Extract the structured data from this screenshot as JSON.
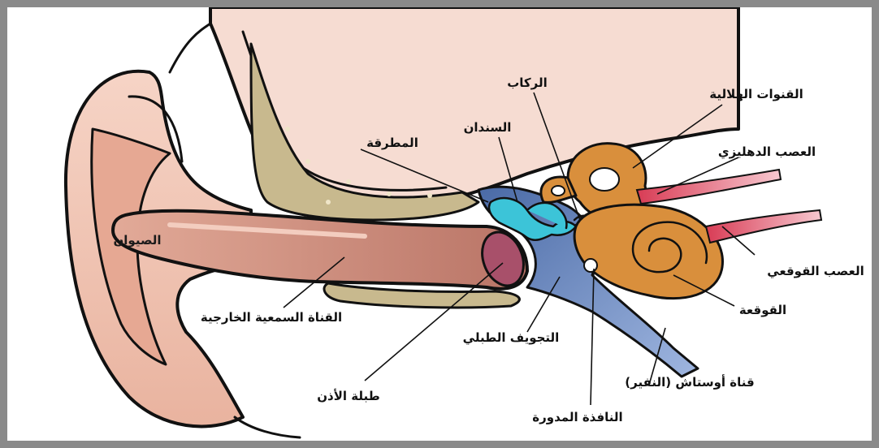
{
  "diagram": {
    "labels": {
      "pinna": "الصيوان",
      "ear_canal": "القناة السمعية الخارجية",
      "eardrum": "طبلة الأذن",
      "hammer": "المطرقة",
      "anvil": "السندان",
      "stirrup": "الركاب",
      "semicircular_canals": "القنوات الهلالية",
      "vestibular_nerve": "العصب الدهليزي",
      "cochlear_nerve": "العصب القوقعي",
      "cochlea": "القوقعة",
      "eustachian_tube": "قناة أوستاش (النفير)",
      "round_window": "النافذة المدورة",
      "tympanic_cavity": "التجويف الطبلي"
    },
    "colors": {
      "frame": "#8a8a8a",
      "skin": "#f2c9b8",
      "skin_shadow": "#d99d86",
      "canal": "#c98f7f",
      "bone": "#c8b98e",
      "middle_ear": "#4a6aa6",
      "ossicles": "#3cc4d8",
      "inner_ear": "#d98f3c",
      "nerve": "#e0485e",
      "eardrum": "#a8506a"
    }
  }
}
